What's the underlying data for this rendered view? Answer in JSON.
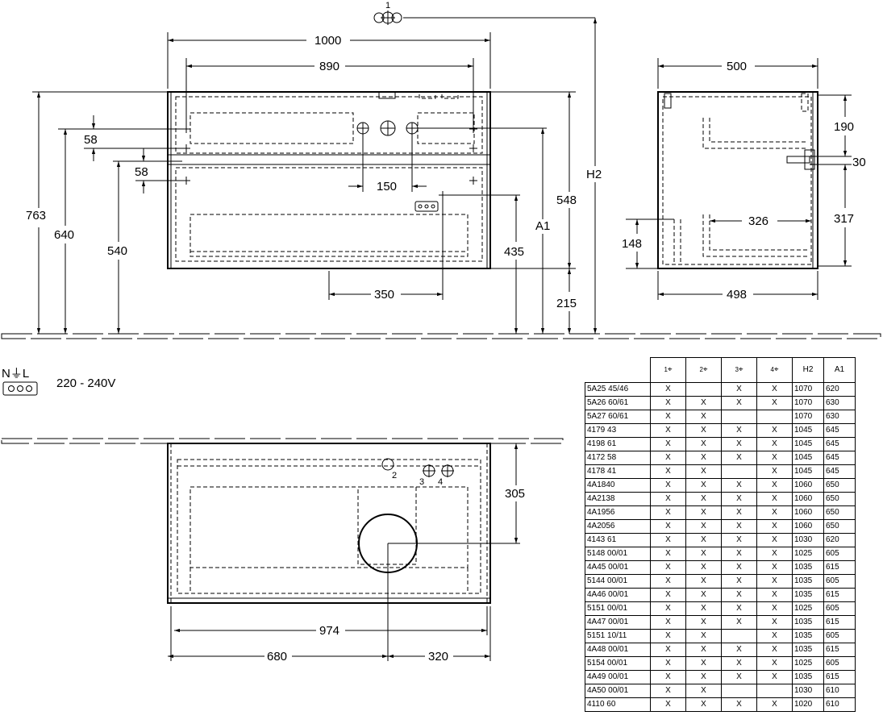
{
  "front_view": {
    "dim_1000": "1000",
    "dim_890": "890",
    "dim_58_top": "58",
    "dim_58_bottom": "58",
    "dim_150": "150",
    "dim_350": "350",
    "dim_763": "763",
    "dim_640": "640",
    "dim_540": "540",
    "dim_435": "435",
    "dim_A1": "A1",
    "dim_548": "548",
    "dim_H2": "H2",
    "dim_215": "215",
    "callout_1": "1"
  },
  "side_view": {
    "dim_500": "500",
    "dim_190": "190",
    "dim_30": "30",
    "dim_326": "326",
    "dim_317": "317",
    "dim_148": "148",
    "dim_498": "498"
  },
  "electrical": {
    "symbol_label": "N⏚L",
    "voltage": "220 - 240V"
  },
  "top_view": {
    "dim_305": "305",
    "dim_974": "974",
    "dim_680": "680",
    "dim_320": "320",
    "hole_2": "2",
    "hole_3": "3",
    "hole_4": "4"
  },
  "table": {
    "headers": [
      "1",
      "2",
      "3",
      "4",
      "H2",
      "A1"
    ],
    "rows": [
      {
        "code": "5A25 45/46",
        "c1": "X",
        "c2": "",
        "c3": "X",
        "c4": "X",
        "h2": "1070",
        "a1": "620"
      },
      {
        "code": "5A26 60/61",
        "c1": "X",
        "c2": "X",
        "c3": "X",
        "c4": "X",
        "h2": "1070",
        "a1": "630"
      },
      {
        "code": "5A27 60/61",
        "c1": "X",
        "c2": "X",
        "c3": "",
        "c4": "",
        "h2": "1070",
        "a1": "630"
      },
      {
        "code": "4179 43",
        "c1": "X",
        "c2": "X",
        "c3": "X",
        "c4": "X",
        "h2": "1045",
        "a1": "645"
      },
      {
        "code": "4198 61",
        "c1": "X",
        "c2": "X",
        "c3": "X",
        "c4": "X",
        "h2": "1045",
        "a1": "645"
      },
      {
        "code": "4172 58",
        "c1": "X",
        "c2": "X",
        "c3": "X",
        "c4": "X",
        "h2": "1045",
        "a1": "645"
      },
      {
        "code": "4178 41",
        "c1": "X",
        "c2": "X",
        "c3": "",
        "c4": "X",
        "h2": "1045",
        "a1": "645"
      },
      {
        "code": "4A1840",
        "c1": "X",
        "c2": "X",
        "c3": "X",
        "c4": "X",
        "h2": "1060",
        "a1": "650"
      },
      {
        "code": "4A2138",
        "c1": "X",
        "c2": "X",
        "c3": "X",
        "c4": "X",
        "h2": "1060",
        "a1": "650"
      },
      {
        "code": "4A1956",
        "c1": "X",
        "c2": "X",
        "c3": "X",
        "c4": "X",
        "h2": "1060",
        "a1": "650"
      },
      {
        "code": "4A2056",
        "c1": "X",
        "c2": "X",
        "c3": "X",
        "c4": "X",
        "h2": "1060",
        "a1": "650"
      },
      {
        "code": "4143 61",
        "c1": "X",
        "c2": "X",
        "c3": "X",
        "c4": "X",
        "h2": "1030",
        "a1": "620"
      },
      {
        "code": "5148 00/01",
        "c1": "X",
        "c2": "X",
        "c3": "X",
        "c4": "X",
        "h2": "1025",
        "a1": "605"
      },
      {
        "code": "4A45 00/01",
        "c1": "X",
        "c2": "X",
        "c3": "X",
        "c4": "X",
        "h2": "1035",
        "a1": "615"
      },
      {
        "code": "5144 00/01",
        "c1": "X",
        "c2": "X",
        "c3": "X",
        "c4": "X",
        "h2": "1035",
        "a1": "605"
      },
      {
        "code": "4A46 00/01",
        "c1": "X",
        "c2": "X",
        "c3": "X",
        "c4": "X",
        "h2": "1035",
        "a1": "615"
      },
      {
        "code": "5151 00/01",
        "c1": "X",
        "c2": "X",
        "c3": "X",
        "c4": "X",
        "h2": "1025",
        "a1": "605"
      },
      {
        "code": "4A47 00/01",
        "c1": "X",
        "c2": "X",
        "c3": "X",
        "c4": "X",
        "h2": "1035",
        "a1": "615"
      },
      {
        "code": "5151 10/11",
        "c1": "X",
        "c2": "X",
        "c3": "",
        "c4": "X",
        "h2": "1035",
        "a1": "605"
      },
      {
        "code": "4A48 00/01",
        "c1": "X",
        "c2": "X",
        "c3": "X",
        "c4": "X",
        "h2": "1035",
        "a1": "615"
      },
      {
        "code": "5154 00/01",
        "c1": "X",
        "c2": "X",
        "c3": "X",
        "c4": "X",
        "h2": "1025",
        "a1": "605"
      },
      {
        "code": "4A49 00/01",
        "c1": "X",
        "c2": "X",
        "c3": "X",
        "c4": "X",
        "h2": "1035",
        "a1": "615"
      },
      {
        "code": "4A50 00/01",
        "c1": "X",
        "c2": "X",
        "c3": "",
        "c4": "",
        "h2": "1030",
        "a1": "610"
      },
      {
        "code": "4110 60",
        "c1": "X",
        "c2": "X",
        "c3": "X",
        "c4": "X",
        "h2": "1020",
        "a1": "610"
      }
    ]
  }
}
